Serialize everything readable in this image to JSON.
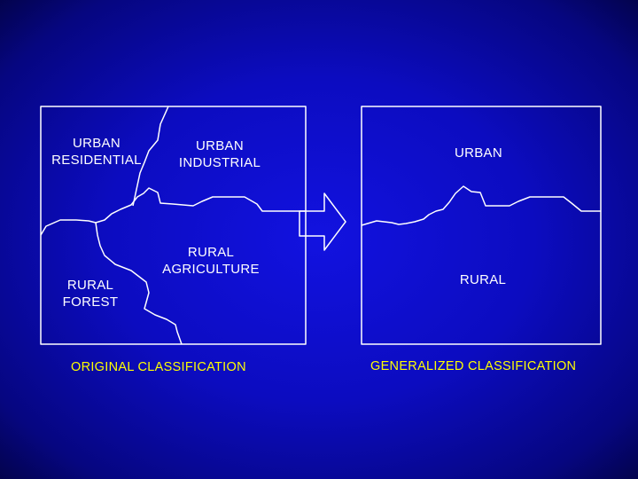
{
  "original_panel": {
    "regions": {
      "urban_residential": "URBAN\nRESIDENTIAL",
      "urban_industrial": "URBAN\nINDUSTRIAL",
      "rural_agriculture": "RURAL\nAGRICULTURE",
      "rural_forest": "RURAL\nFOREST"
    },
    "caption": "ORIGINAL CLASSIFICATION"
  },
  "generalized_panel": {
    "regions": {
      "urban": "URBAN",
      "rural": "RURAL"
    },
    "caption": "GENERALIZED CLASSIFICATION"
  },
  "colors": {
    "background": "#0c0cc0",
    "lines": "#ffffff",
    "captions": "#ffff00"
  }
}
